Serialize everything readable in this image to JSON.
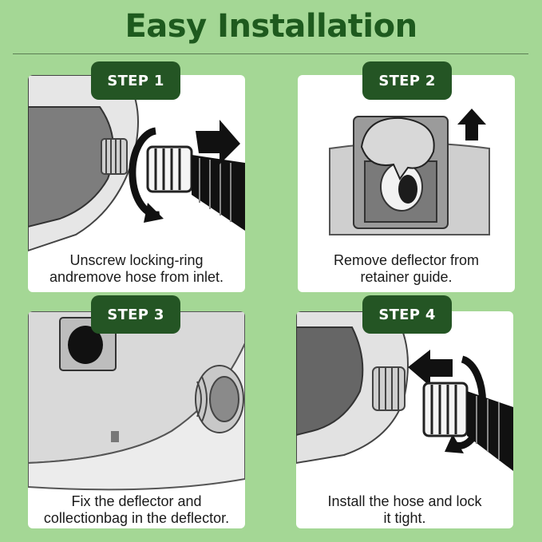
{
  "header": {
    "title": "Easy Installation"
  },
  "steps": [
    {
      "label": "STEP 1",
      "text": [
        "Unscrew locking-ring",
        "andremove hose from inlet."
      ]
    },
    {
      "label": "STEP 2",
      "text": [
        "Remove deflector from",
        "retainer guide."
      ]
    },
    {
      "label": "STEP 3",
      "text": [
        "Fix the deflector and",
        "collectionbag in the deflector."
      ]
    },
    {
      "label": "STEP 4",
      "text": [
        "Install the hose and lock",
        "it tight."
      ]
    }
  ],
  "colors": {
    "background": "#a4d795",
    "badge": "#245524",
    "title": "#1e5a1e"
  }
}
